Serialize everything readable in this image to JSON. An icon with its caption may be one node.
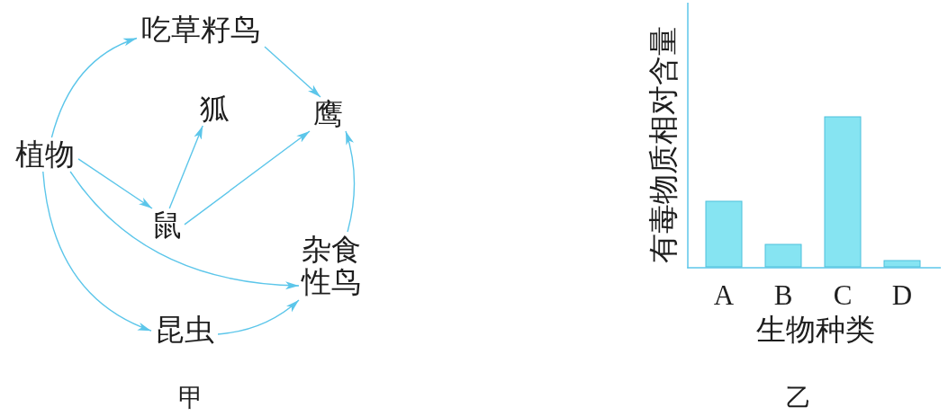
{
  "diagram": {
    "nodes": [
      {
        "text": [
          "吃草籽鸟"
        ]
      },
      {
        "text": [
          "狐"
        ]
      },
      {
        "text": [
          "鹰"
        ]
      },
      {
        "text": [
          "植物"
        ]
      },
      {
        "text": [
          "鼠"
        ]
      },
      {
        "text": [
          "杂食性鸟"
        ]
      },
      {
        "text": [
          "昆虫"
        ]
      }
    ],
    "edges": [
      {
        "from": 3,
        "to": 0,
        "arrow": "to"
      },
      {
        "from": 0,
        "to": 2,
        "arrow": "to"
      },
      {
        "from": 3,
        "to": 4,
        "arrow": "to"
      },
      {
        "from": 4,
        "to": 1,
        "arrow": "to"
      },
      {
        "from": 4,
        "to": 2,
        "arrow": "to"
      },
      {
        "from": 5,
        "to": 2,
        "arrow": "to"
      },
      {
        "from": 3,
        "to": 5,
        "arrow": "to"
      },
      {
        "from": 3,
        "to": 6,
        "arrow": "to"
      },
      {
        "from": 6,
        "to": 5,
        "arrow": "to"
      }
    ],
    "labels": [
      "甲",
      "有毒物质相对含量",
      "A",
      "B",
      "C",
      "D",
      "生物种类",
      "乙"
    ]
  }
}
